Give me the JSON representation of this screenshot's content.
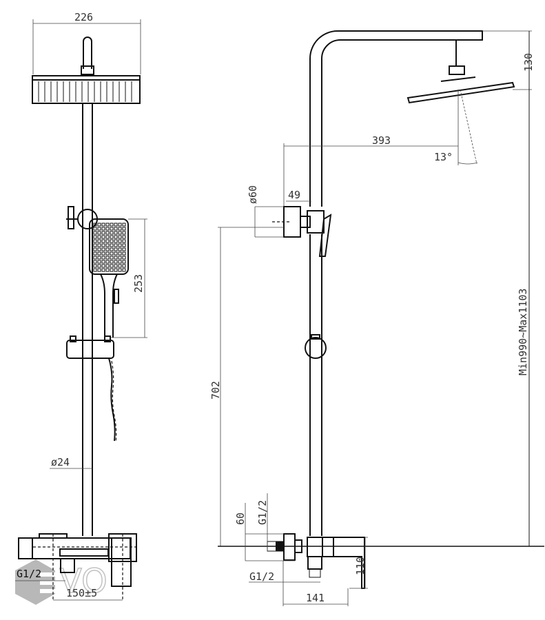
{
  "watermark": {
    "text": "EVO",
    "color": "#8a8a8a"
  },
  "front_view": {
    "head_width": "226",
    "hand_shower_length": "253",
    "rail_diameter": "ø24",
    "inlet_thread": "G1/2",
    "inlet_spacing": "150±5"
  },
  "side_view": {
    "arm_drop": "130",
    "arm_reach": "393",
    "head_angle": "13°",
    "flange_diameter": "ø60",
    "flange_offset": "49",
    "diverter_height": "702",
    "height_range": "Min990~Max1103",
    "inlet_flange": "60",
    "inlet_thread_vertical": "G1/2",
    "outlet_thread": "G1/2",
    "mixer_depth": "141",
    "mixer_height": "110"
  }
}
